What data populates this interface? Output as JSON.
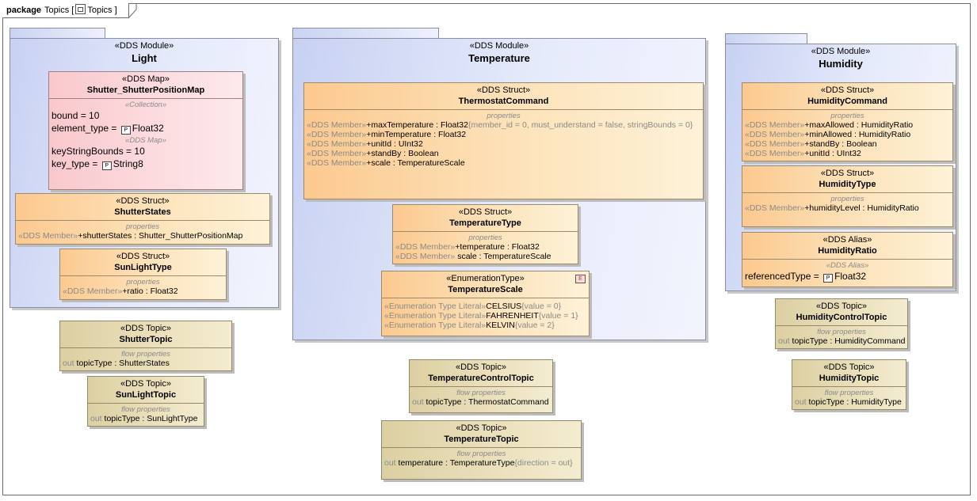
{
  "frame": {
    "keyword": "package",
    "name": "Topics [",
    "icon": "package-diagram-icon",
    "suffix": "Topics ]"
  },
  "modules": {
    "light": {
      "stereotype": "«DDS Module»",
      "name": "Light"
    },
    "temperature": {
      "stereotype": "«DDS Module»",
      "name": "Temperature"
    },
    "humidity": {
      "stereotype": "«DDS Module»",
      "name": "Humidity"
    }
  },
  "shutter_map": {
    "stereotype": "«DDS Map»",
    "name": "Shutter_ShutterPositionMap",
    "section1": "«Collection»",
    "bound": "bound = 10",
    "element_type_label": "element_type = ",
    "element_type": "Float32",
    "section2": "«DDS Map»",
    "key_bounds": "keyStringBounds = 10",
    "key_type_label": "key_type = ",
    "key_type": "String8"
  },
  "shutter_states": {
    "stereotype": "«DDS Struct»",
    "name": "ShutterStates",
    "section": "properties",
    "rows": [
      {
        "g": "«DDS Member»",
        "t": "+shutterStates : Shutter_ShutterPositionMap"
      }
    ]
  },
  "sunlight_type": {
    "stereotype": "«DDS Struct»",
    "name": "SunLightType",
    "section": "properties",
    "rows": [
      {
        "g": "«DDS Member»",
        "t": "+ratio : Float32"
      }
    ]
  },
  "thermostat": {
    "stereotype": "«DDS Struct»",
    "name": "ThermostatCommand",
    "section": "properties",
    "rows": [
      {
        "g": "«DDS Member»",
        "t": "+maxTemperature : Float32",
        "g2": "{member_id = 0, must_understand = false, stringBounds = 0}"
      },
      {
        "g": "«DDS Member»",
        "t": "+minTemperature : Float32"
      },
      {
        "g": "«DDS Member»",
        "t": "+unitId : UInt32"
      },
      {
        "g": "«DDS Member»",
        "t": "+standBy : Boolean"
      },
      {
        "g": "«DDS Member»",
        "t": "+scale : TemperatureScale"
      }
    ]
  },
  "temperature_type": {
    "stereotype": "«DDS Struct»",
    "name": "TemperatureType",
    "section": "properties",
    "rows": [
      {
        "g": "«DDS Member»",
        "t": "+temperature : Float32"
      },
      {
        "g": "«DDS Member»",
        "t": " scale : TemperatureScale"
      }
    ]
  },
  "temperature_scale": {
    "stereotype": "«EnumerationType»",
    "name": "TemperatureScale",
    "rows": [
      {
        "g": "«Enumeration Type Literal»",
        "t": "CELSIUS",
        "g2": "{value = 0}"
      },
      {
        "g": "«Enumeration Type Literal»",
        "t": "FAHRENHEIT",
        "g2": "{value = 1}"
      },
      {
        "g": "«Enumeration Type Literal»",
        "t": "KELVIN",
        "g2": "{value = 2}"
      }
    ]
  },
  "humidity_command": {
    "stereotype": "«DDS Struct»",
    "name": "HumidityCommand",
    "section": "properties",
    "rows": [
      {
        "g": "«DDS Member»",
        "t": "+maxAllowed : HumidityRatio"
      },
      {
        "g": "«DDS Member»",
        "t": "+minAllowed : HumidityRatio"
      },
      {
        "g": "«DDS Member»",
        "t": "+standBy : Boolean"
      },
      {
        "g": "«DDS Member»",
        "t": "+unitId : UInt32"
      }
    ]
  },
  "humidity_type": {
    "stereotype": "«DDS Struct»",
    "name": "HumidityType",
    "section": "properties",
    "rows": [
      {
        "g": "«DDS Member»",
        "t": "+humidityLevel : HumidityRatio"
      }
    ]
  },
  "humidity_ratio": {
    "stereotype": "«DDS Alias»",
    "name": "HumidityRatio",
    "section": "«DDS Alias»",
    "ref_label": "referencedType = ",
    "ref_type": "Float32"
  },
  "shutter_topic": {
    "stereotype": "«DDS Topic»",
    "name": "ShutterTopic",
    "section": "flow properties",
    "rows": [
      {
        "g": "out",
        "t": " topicType : ShutterStates"
      }
    ]
  },
  "sunlight_topic": {
    "stereotype": "«DDS Topic»",
    "name": "SunLightTopic",
    "section": "flow properties",
    "rows": [
      {
        "g": "out",
        "t": " topicType : SunLightType"
      }
    ]
  },
  "temp_control_topic": {
    "stereotype": "«DDS Topic»",
    "name": "TemperatureControlTopic",
    "section": "flow properties",
    "rows": [
      {
        "g": "out",
        "t": " topicType : ThermostatCommand"
      }
    ]
  },
  "temp_topic": {
    "stereotype": "«DDS Topic»",
    "name": "TemperatureTopic",
    "section": "flow properties",
    "rows": [
      {
        "g": "out",
        "t": " temperature : TemperatureType",
        "g2": "{direction = out}"
      }
    ]
  },
  "humidity_control_topic": {
    "stereotype": "«DDS Topic»",
    "name": "HumidityControlTopic",
    "section": "flow properties",
    "rows": [
      {
        "g": "out",
        "t": " topicType : HumidityCommand"
      }
    ]
  },
  "humidity_topic": {
    "stereotype": "«DDS Topic»",
    "name": "HumidityTopic",
    "section": "flow properties",
    "rows": [
      {
        "g": "out",
        "t": " topicType : HumidityType"
      }
    ]
  }
}
